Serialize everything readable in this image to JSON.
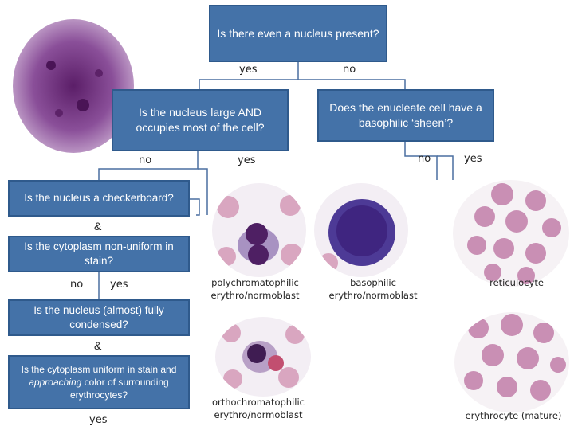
{
  "q_nucleus_present": "Is there even a nucleus present?",
  "q_large_nucleus": "Is the nucleus large AND occupies most of the cell?",
  "q_basophilic_sheen": "Does the enucleate cell have a basophilic ‘sheen’?",
  "q_checkerboard": "Is the nucleus a checkerboard?",
  "q_cytoplasm_nonuniform": "Is the cytoplasm non-uniform in stain?",
  "q_condensed": "Is the nucleus (almost) fully condensed?",
  "q_uniform_pre": "Is the cytoplasm uniform in stain and ",
  "q_uniform_em": "approaching",
  "q_uniform_post": " color of surrounding erythrocytes?",
  "answers": {
    "yes1": "yes",
    "no1": "no",
    "no2": "no",
    "yes2": "yes",
    "no3": "no",
    "yes3": "yes",
    "no4": "no",
    "yes4": "yes",
    "yes5": "yes"
  },
  "amp": "&",
  "captions": {
    "polychromatophilic_1": "polychromatophilic",
    "polychromatophilic_2": "erythro/normoblast",
    "basophilic_1": "basophilic",
    "basophilic_2": "erythro/normoblast",
    "reticulocyte": "reticulocyte",
    "orthochromatophilic_1": "orthochromatophilic",
    "orthochromatophilic_2": "erythro/normoblast",
    "erythrocyte": "erythrocyte (mature)"
  },
  "colors": {
    "box_fill": "#4472a8",
    "line": "#4a6fa0",
    "stain_purple": "#7a3a8a",
    "rbc_pink": "#d9a6c0"
  }
}
